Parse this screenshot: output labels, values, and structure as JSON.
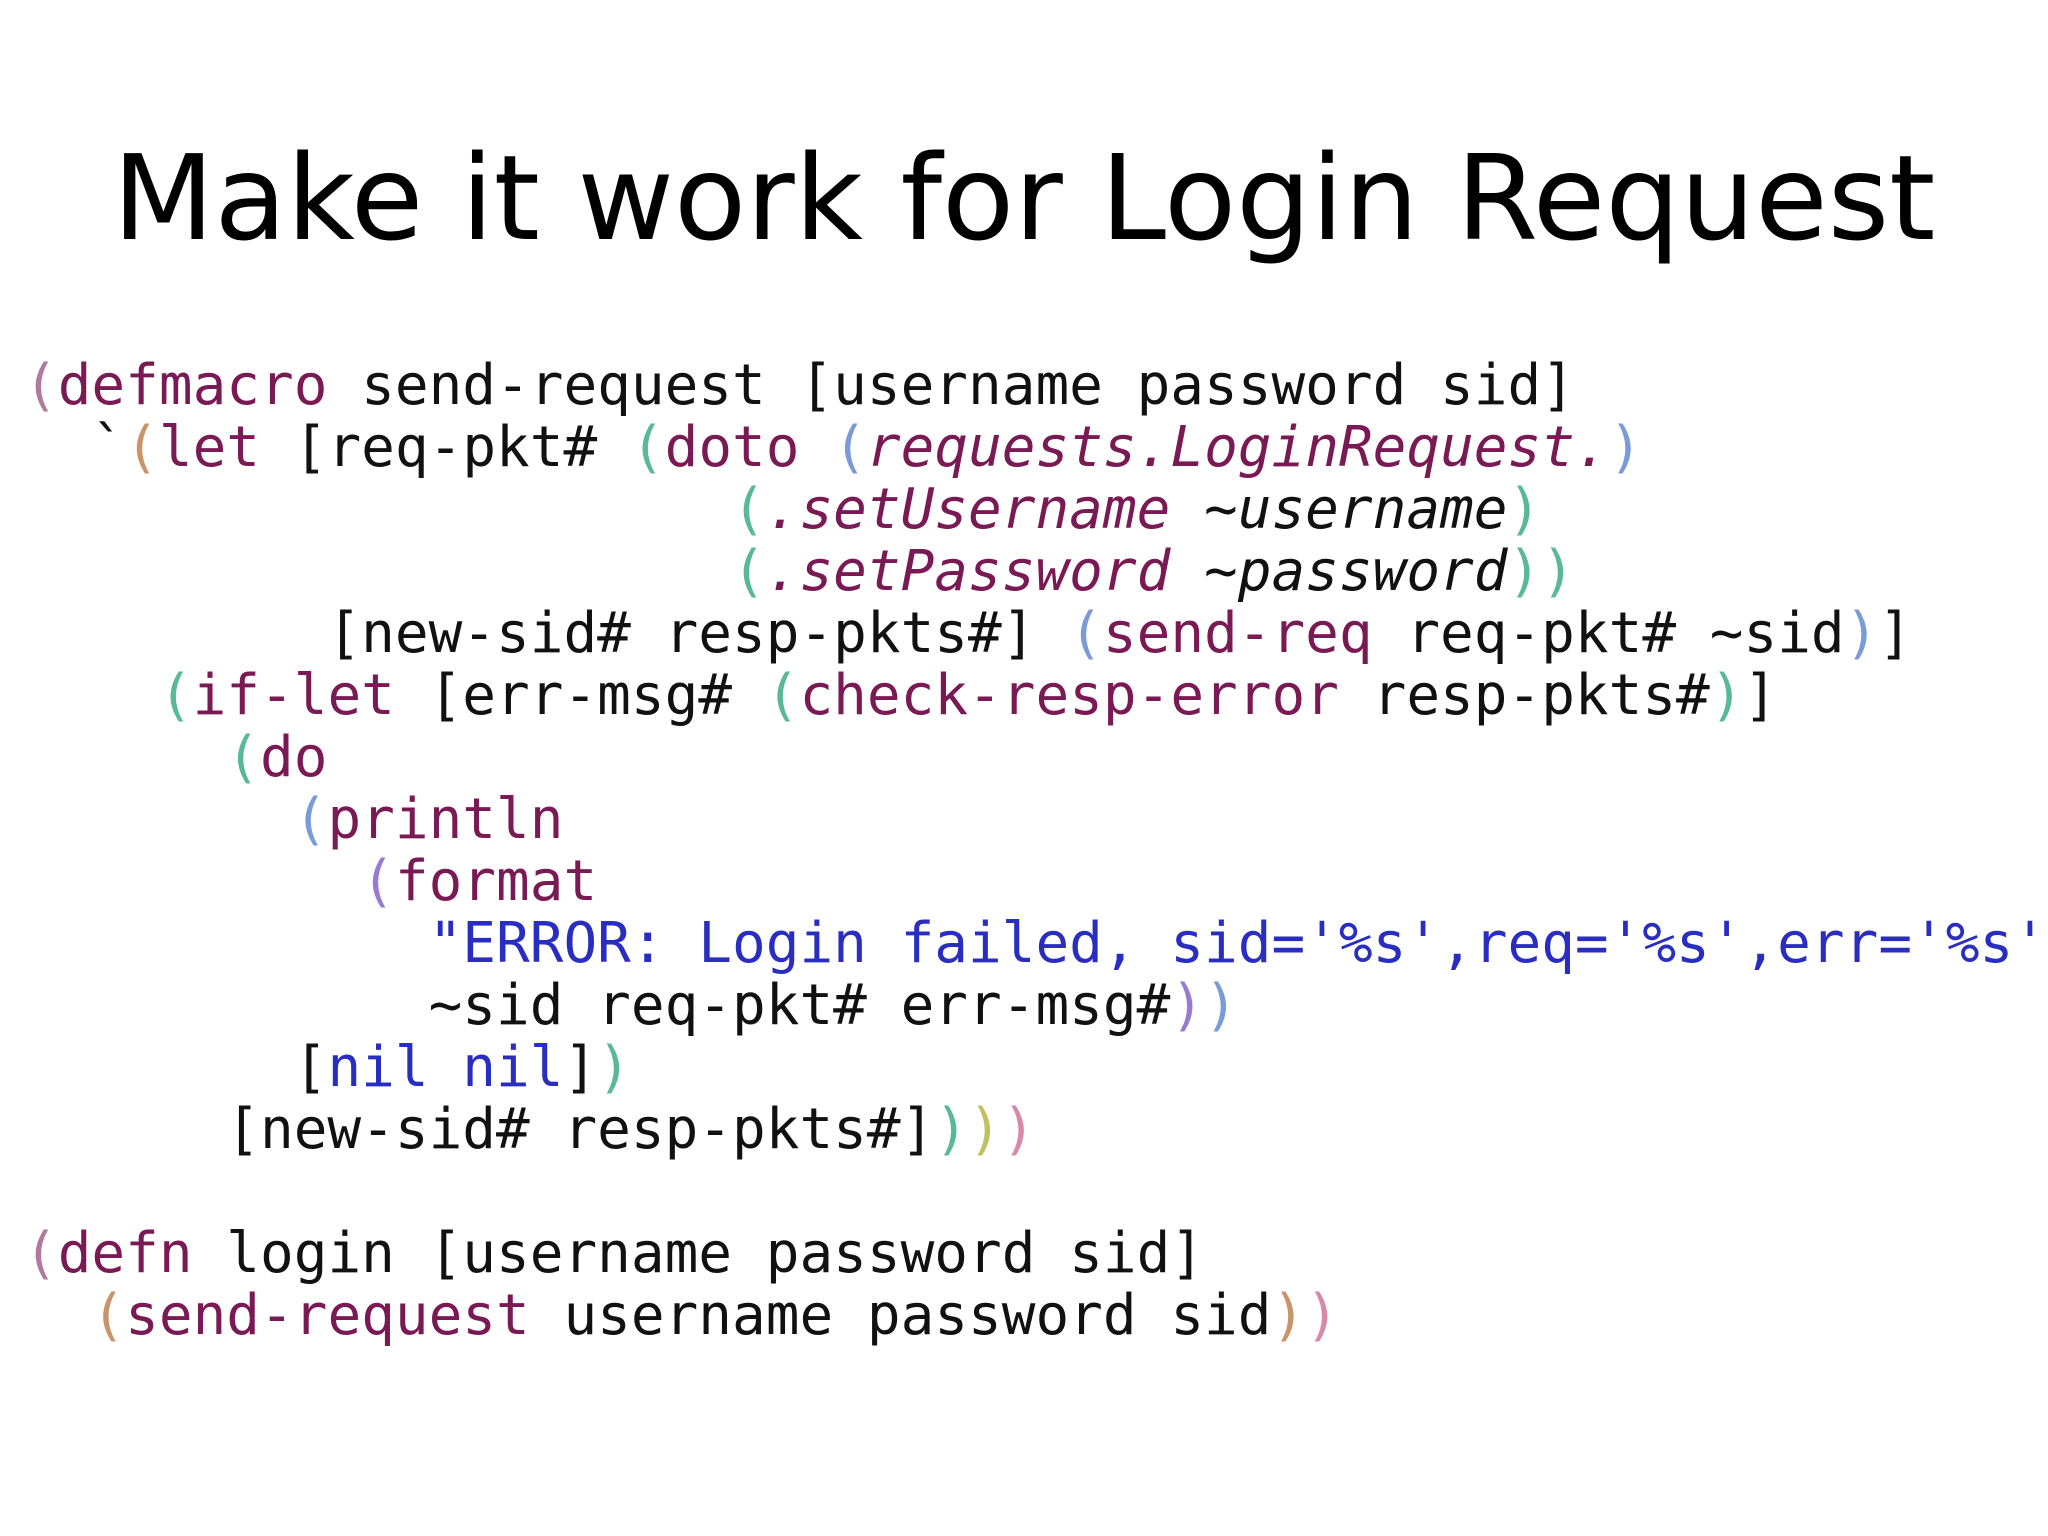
{
  "title": "Make it work for Login Request",
  "colors": {
    "keyword": "#7a1a55",
    "text": "#111111",
    "string": "#2a2ec0",
    "paren_tan": "#c89468",
    "paren_green": "#58b898",
    "paren_blue": "#7a9ad8",
    "paren_purple": "#9a7ad0",
    "paren_olive": "#c0c060",
    "paren_pink": "#d888a8"
  },
  "code": {
    "lines": [
      [
        {
          "t": "(",
          "c": "p-mauve"
        },
        {
          "t": "defmacro",
          "c": "kw"
        },
        {
          "t": " send-request [username password sid]",
          "c": "plain"
        }
      ],
      [
        {
          "t": "  `",
          "c": "plain"
        },
        {
          "t": "(",
          "c": "p-tan"
        },
        {
          "t": "let",
          "c": "kw"
        },
        {
          "t": " [req-pkt# ",
          "c": "plain"
        },
        {
          "t": "(",
          "c": "p-green"
        },
        {
          "t": "doto",
          "c": "kw"
        },
        {
          "t": " ",
          "c": "plain"
        },
        {
          "t": "(",
          "c": "p-blue"
        },
        {
          "t": "requests.",
          "c": "itp"
        },
        {
          "t": "LoginRequest.",
          "c": "itp"
        },
        {
          "t": ")",
          "c": "p-blue"
        }
      ],
      [
        {
          "t": "                     ",
          "c": "plain"
        },
        {
          "t": "(",
          "c": "p-green"
        },
        {
          "t": ".setUsername",
          "c": "itp"
        },
        {
          "t": " ",
          "c": "plain"
        },
        {
          "t": "~username",
          "c": "itb"
        },
        {
          "t": ")",
          "c": "p-green"
        }
      ],
      [
        {
          "t": "                     ",
          "c": "plain"
        },
        {
          "t": "(",
          "c": "p-green"
        },
        {
          "t": ".setPassword",
          "c": "itp"
        },
        {
          "t": " ",
          "c": "plain"
        },
        {
          "t": "~password",
          "c": "itb"
        },
        {
          "t": "))",
          "c": "p-green"
        }
      ],
      [
        {
          "t": "         [new-sid# resp-pkts#] ",
          "c": "plain"
        },
        {
          "t": "(",
          "c": "p-blue"
        },
        {
          "t": "send-req",
          "c": "kw"
        },
        {
          "t": " req-pkt# ~sid",
          "c": "plain"
        },
        {
          "t": ")",
          "c": "p-blue"
        },
        {
          "t": "]",
          "c": "plain"
        }
      ],
      [
        {
          "t": "    ",
          "c": "plain"
        },
        {
          "t": "(",
          "c": "p-green"
        },
        {
          "t": "if-let",
          "c": "kw"
        },
        {
          "t": " [err-msg# ",
          "c": "plain"
        },
        {
          "t": "(",
          "c": "p-green"
        },
        {
          "t": "check-resp-error",
          "c": "kw"
        },
        {
          "t": " resp-pkts#",
          "c": "plain"
        },
        {
          "t": ")",
          "c": "p-green"
        },
        {
          "t": "]",
          "c": "plain"
        }
      ],
      [
        {
          "t": "      ",
          "c": "plain"
        },
        {
          "t": "(",
          "c": "p-green"
        },
        {
          "t": "do",
          "c": "kw"
        }
      ],
      [
        {
          "t": "        ",
          "c": "plain"
        },
        {
          "t": "(",
          "c": "p-blue"
        },
        {
          "t": "println",
          "c": "kw"
        }
      ],
      [
        {
          "t": "          ",
          "c": "plain"
        },
        {
          "t": "(",
          "c": "p-purple"
        },
        {
          "t": "format",
          "c": "kw"
        }
      ],
      [
        {
          "t": "            ",
          "c": "plain"
        },
        {
          "t": "\"ERROR: Login failed, sid='%s',req='%s',err='%s'\"",
          "c": "str"
        }
      ],
      [
        {
          "t": "            ~sid req-pkt# err-msg#",
          "c": "plain"
        },
        {
          "t": ")",
          "c": "p-purple"
        },
        {
          "t": ")",
          "c": "p-blue"
        }
      ],
      [
        {
          "t": "        [",
          "c": "plain"
        },
        {
          "t": "nil nil",
          "c": "lit"
        },
        {
          "t": "]",
          "c": "plain"
        },
        {
          "t": ")",
          "c": "p-green"
        }
      ],
      [
        {
          "t": "      [new-sid# resp-pkts#]",
          "c": "plain"
        },
        {
          "t": ")",
          "c": "p-green"
        },
        {
          "t": ")",
          "c": "p-olive"
        },
        {
          "t": ")",
          "c": "p-pink"
        }
      ],
      [],
      [
        {
          "t": "(",
          "c": "p-mauve"
        },
        {
          "t": "defn",
          "c": "kw"
        },
        {
          "t": " login [username password sid]",
          "c": "plain"
        }
      ],
      [
        {
          "t": "  ",
          "c": "plain"
        },
        {
          "t": "(",
          "c": "p-tan"
        },
        {
          "t": "send-request",
          "c": "kw"
        },
        {
          "t": " username password sid",
          "c": "plain"
        },
        {
          "t": ")",
          "c": "p-tan"
        },
        {
          "t": ")",
          "c": "p-pink"
        }
      ]
    ]
  }
}
